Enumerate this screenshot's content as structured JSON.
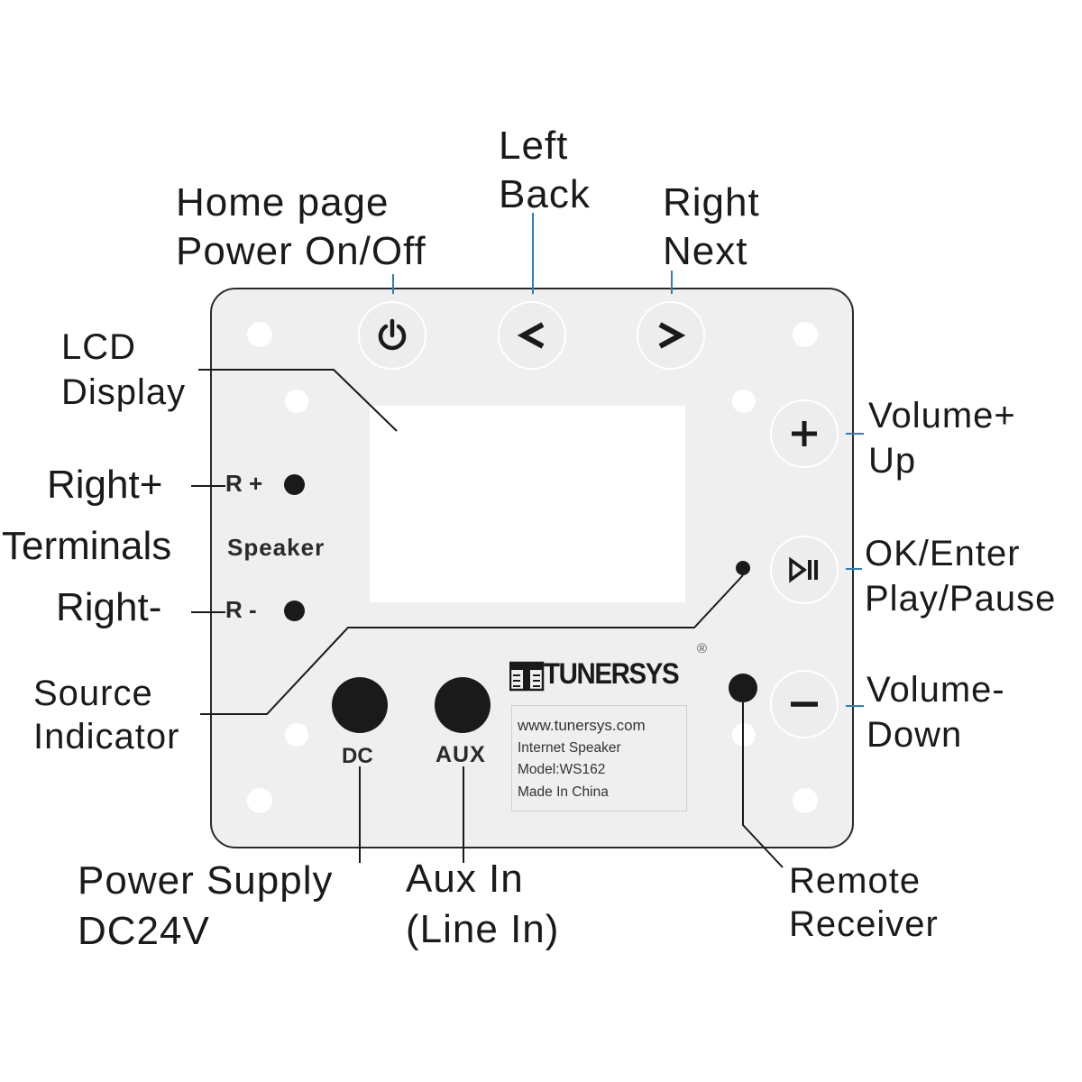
{
  "labels": {
    "home_power": [
      "Home page",
      "Power On/Off"
    ],
    "left_back": [
      "Left",
      "Back"
    ],
    "right_next": [
      "Right",
      "Next"
    ],
    "lcd_display": [
      "LCD",
      "Display"
    ],
    "right_plus": "Right+",
    "terminals": "Terminals",
    "right_minus": "Right-",
    "source_indicator": [
      "Source",
      "Indicator"
    ],
    "volume_up": [
      "Volume+",
      "Up"
    ],
    "ok_enter": [
      "OK/Enter",
      "Play/Pause"
    ],
    "volume_down": [
      "Volume-",
      "Down"
    ],
    "power_supply": [
      "Power Supply",
      "DC24V"
    ],
    "aux_in": [
      "Aux In",
      "(Line In)"
    ],
    "remote_receiver": [
      "Remote",
      "Receiver"
    ]
  },
  "panel": {
    "r_plus": "R +",
    "speaker": "Speaker",
    "r_minus": "R -",
    "dc": "DC",
    "aux": "AUX",
    "brand": "TUNERSYS",
    "registered": "®",
    "info": [
      "www.tunersys.com",
      "Internet Speaker",
      "Model:WS162",
      "Made In China"
    ]
  },
  "icons": {
    "power": "power-icon",
    "left": "chevron-left-icon",
    "right": "chevron-right-icon",
    "plus": "plus-icon",
    "play_pause": "play-pause-icon",
    "minus": "minus-icon"
  },
  "colors": {
    "panel": "#efefef",
    "leader_blue": "#2e7fb8",
    "ink": "#1a1a1a"
  }
}
